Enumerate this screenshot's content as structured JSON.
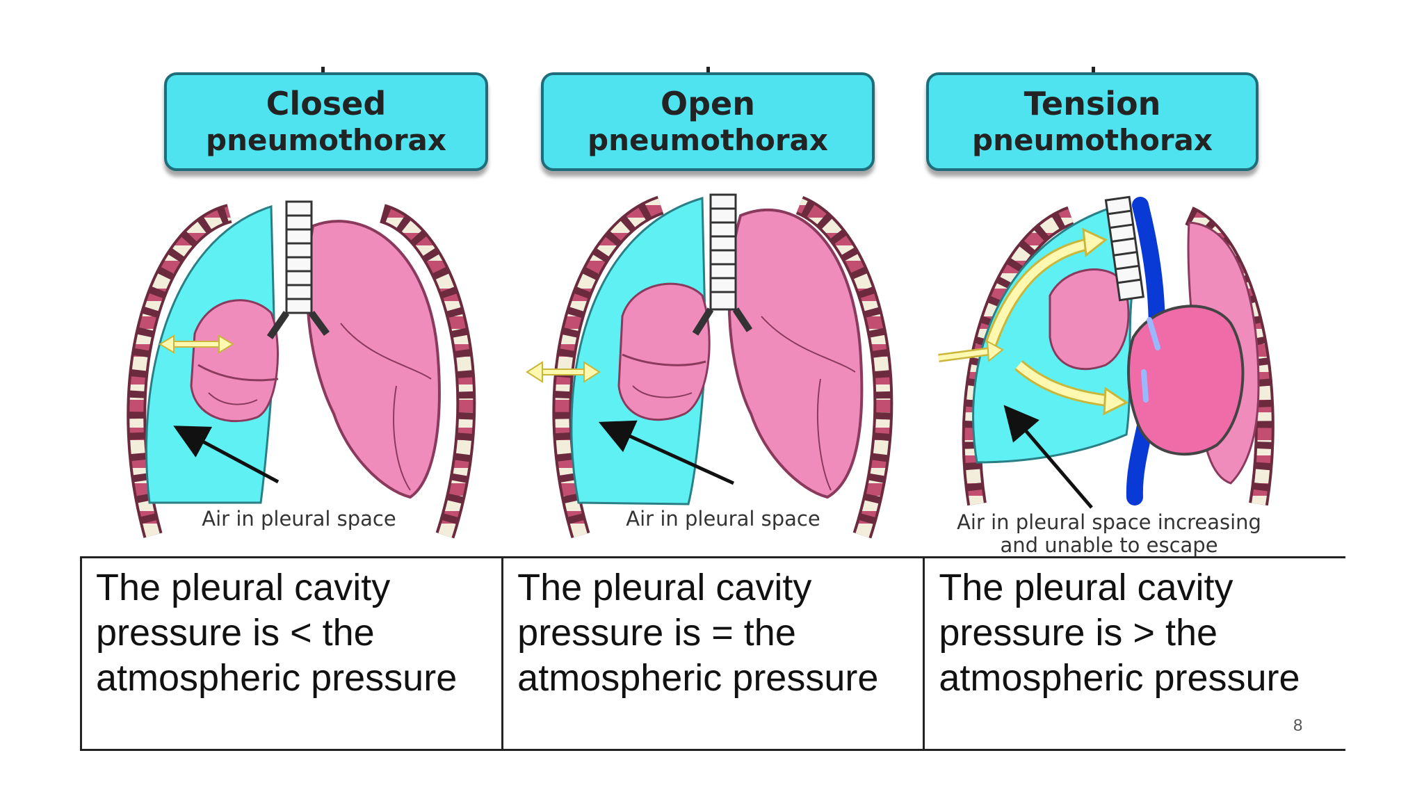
{
  "panels": [
    {
      "title_line1": "Closed",
      "title_line2": "pneumothorax",
      "callout": "Air in pleural space",
      "description": "The pleural cavity pressure is < the atmospheric pressure"
    },
    {
      "title_line1": "Open",
      "title_line2": "pneumothorax",
      "callout": "Air in pleural space",
      "description": "The pleural cavity pressure is = the atmospheric pressure"
    },
    {
      "title_line1": "Tension",
      "title_line2": "pneumothorax",
      "callout": "Air in pleural space increasing and unable to escape",
      "description": "The pleural cavity pressure is > the atmospheric pressure"
    }
  ],
  "slide_number": "8",
  "colors": {
    "title_fill": "#4fe3ef",
    "air_fill": "#5ef0f2",
    "lung_fill": "#f08cbc",
    "heart_fill": "#f06ca8",
    "vessel_blue": "#0a3ad6",
    "arrow_yellow": "#f5f0a0"
  }
}
